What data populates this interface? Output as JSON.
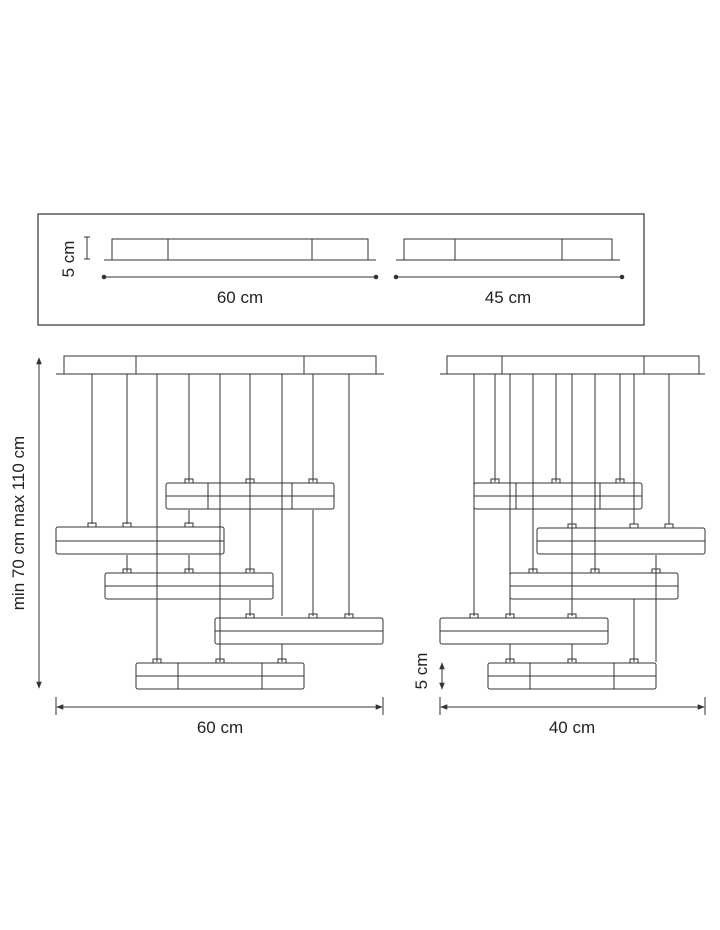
{
  "top_view": {
    "height_label": "5 cm",
    "left_width_label": "60 cm",
    "right_width_label": "45 cm"
  },
  "side_view_left": {
    "height_label": "min 70 cm max 110 cm",
    "width_label": "60 cm"
  },
  "side_view_right": {
    "panel_height_label": "5 cm",
    "width_label": "40 cm"
  },
  "colors": {
    "line": "#333333"
  }
}
